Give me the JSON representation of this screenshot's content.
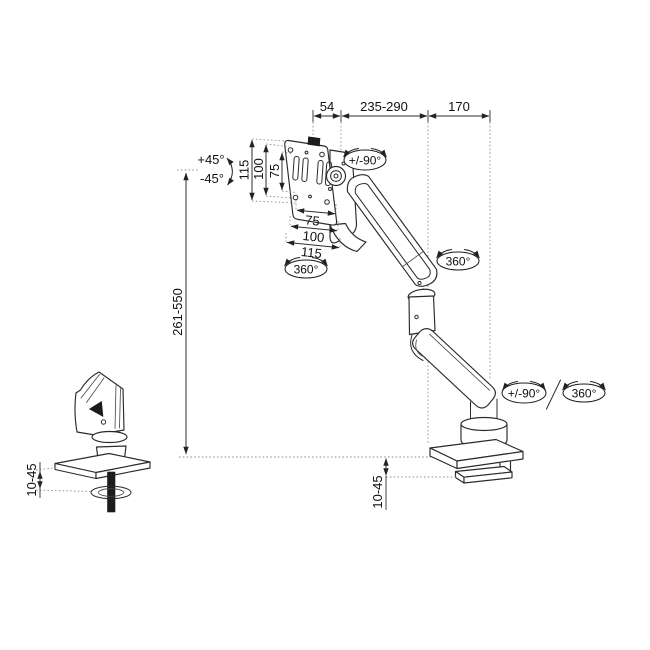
{
  "drawing": {
    "type": "technical-dimension-drawing",
    "subject": "gas-spring single monitor desk mount arm",
    "colors": {
      "background": "#ffffff",
      "line": "#2b2b2b",
      "dimension_line": "#2e2e2e",
      "dotted_extension": "#8f8f8f",
      "text": "#111111"
    },
    "dimensions": {
      "head_offset": "54",
      "upper_arm_reach": "235-290",
      "forearm_reach": "170",
      "vesa_plate_height": "115",
      "vesa_hole_height": "100",
      "vesa_hole_height_small": "75",
      "vesa_hole_width_small": "75",
      "vesa_hole_width": "100",
      "vesa_plate_width": "115",
      "height_range": "261-550",
      "grommet_desk_thickness": "10-45",
      "clamp_desk_thickness": "10-45"
    },
    "rotations": {
      "tilt_up": "+45°",
      "tilt_down": "-45°",
      "head_swivel": "+/-90°",
      "vesa_rotation": "360°",
      "elbow_rotation": "360°",
      "base_swivel": "+/-90°",
      "base_rotation": "360°"
    }
  }
}
